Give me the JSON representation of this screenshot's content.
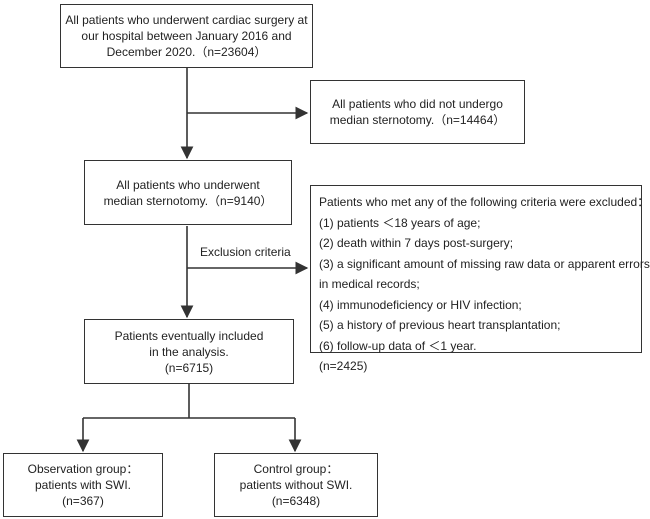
{
  "boxes": {
    "all_patients": [
      "All patients who underwent cardiac surgery at",
      "our hospital between January 2016 and",
      "December 2020.（n=23604）"
    ],
    "no_sternotomy": [
      "All patients who did not undergo",
      "median sternotomy.（n=14464）"
    ],
    "sternotomy": [
      "All patients who underwent",
      "median sternotomy.（n=9140）"
    ],
    "excluded": [
      "Patients who met any of the following criteria were excluded：",
      "(1) patients ＜18 years of age;",
      "(2) death within 7 days post-surgery;",
      "(3) a significant amount of missing raw data or apparent errors",
      "in medical records;",
      "(4) immunodeficiency or HIV infection;",
      "(5) a history of previous heart transplantation;",
      "(6) follow-up data of ＜1 year.",
      "(n=2425)"
    ],
    "included": [
      "Patients eventually included",
      "in the analysis.",
      "(n=6715)"
    ],
    "observation": [
      "Observation group：",
      "patients with SWI.",
      "(n=367)"
    ],
    "control": [
      "Control group：",
      "patients without SWI.",
      "(n=6348)"
    ]
  },
  "labels": {
    "exclusion_criteria": "Exclusion criteria"
  }
}
